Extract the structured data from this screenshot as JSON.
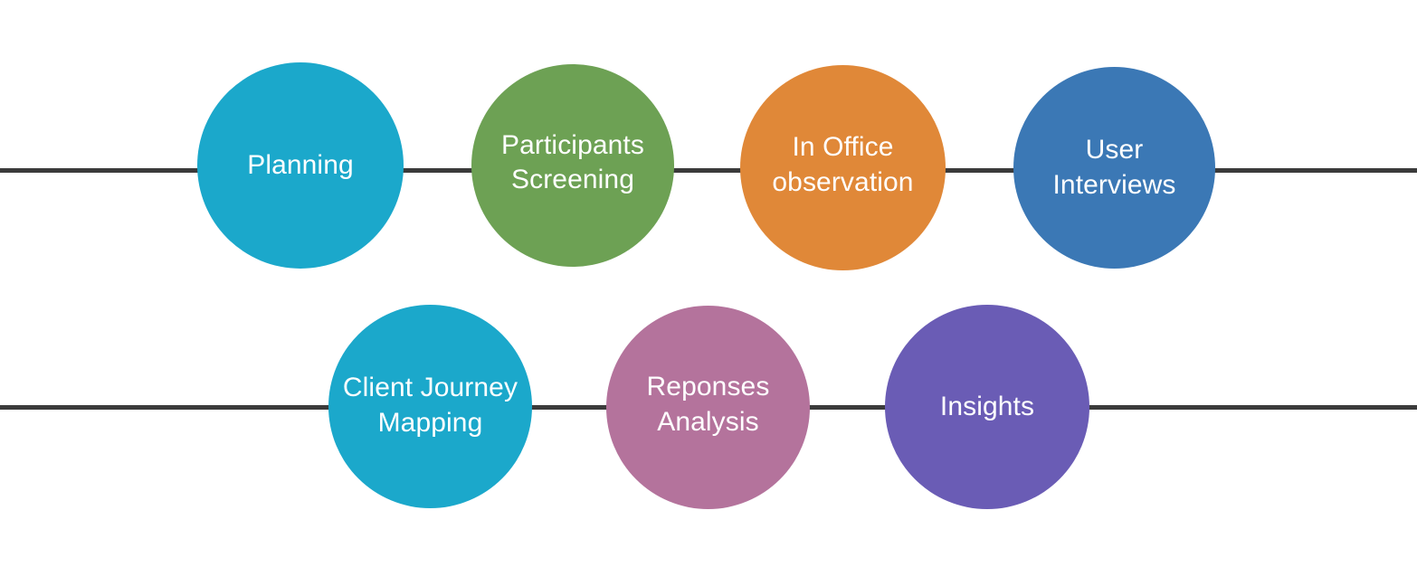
{
  "diagram": {
    "type": "process-flow-timeline",
    "background_color": "#FFFFFF",
    "line_color": "#3B3B3B",
    "text_color": "#FFFFFF",
    "rows": [
      {
        "name": "top-row",
        "nodes": [
          {
            "id": "planning",
            "label": "Planning",
            "color": "#1BA8CB"
          },
          {
            "id": "participants-screening",
            "label": "Participants\nScreening",
            "color": "#6DA154"
          },
          {
            "id": "in-office-observation",
            "label": "In Office\nobservation",
            "color": "#E08838"
          },
          {
            "id": "user-interviews",
            "label": "User\nInterviews",
            "color": "#3B78B5"
          }
        ]
      },
      {
        "name": "bottom-row",
        "nodes": [
          {
            "id": "client-journey-mapping",
            "label": "Client Journey\nMapping",
            "color": "#1BA8CB"
          },
          {
            "id": "reponses-analysis",
            "label": "Reponses\nAnalysis",
            "color": "#B4739C"
          },
          {
            "id": "insights",
            "label": "Insights",
            "color": "#6A5CB5"
          }
        ]
      }
    ]
  }
}
